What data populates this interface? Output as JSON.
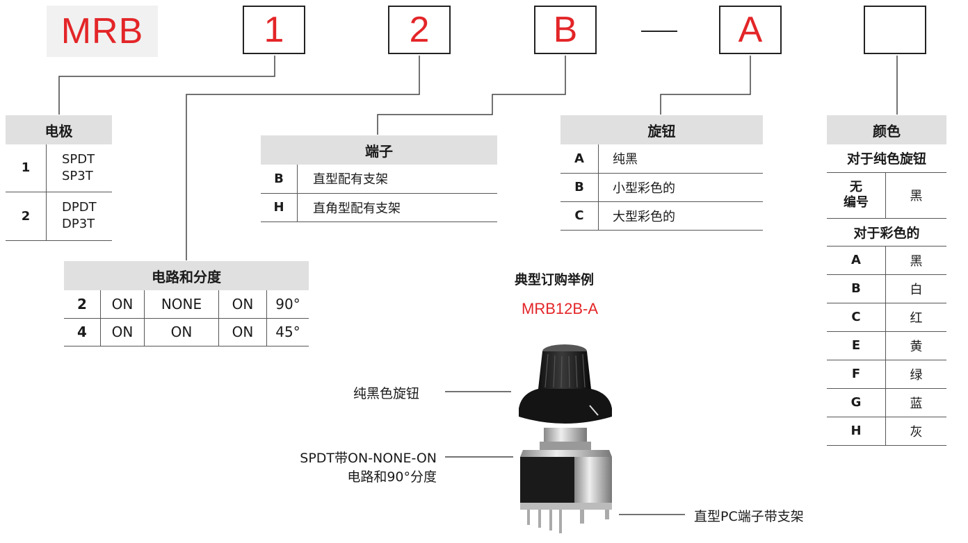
{
  "header": {
    "brand": "MRB",
    "positions": [
      "1",
      "2",
      "B",
      "A",
      ""
    ]
  },
  "electrode": {
    "title": "电极",
    "rows": [
      {
        "code": "1",
        "lines": [
          "SPDT",
          "SP3T"
        ]
      },
      {
        "code": "2",
        "lines": [
          "DPDT",
          "DP3T"
        ]
      }
    ]
  },
  "circuit": {
    "title": "电路和分度",
    "rows": [
      {
        "code": "2",
        "c1": "ON",
        "c2": "NONE",
        "c3": "ON",
        "deg": "90°"
      },
      {
        "code": "4",
        "c1": "ON",
        "c2": "ON",
        "c3": "ON",
        "deg": "45°"
      }
    ]
  },
  "terminal": {
    "title": "端子",
    "rows": [
      {
        "code": "B",
        "desc": "直型配有支架"
      },
      {
        "code": "H",
        "desc": "直角型配有支架"
      }
    ]
  },
  "knob": {
    "title": "旋钮",
    "rows": [
      {
        "code": "A",
        "desc": "纯黑"
      },
      {
        "code": "B",
        "desc": "小型彩色的"
      },
      {
        "code": "C",
        "desc": "大型彩色的"
      }
    ]
  },
  "color": {
    "title": "颜色",
    "solid_title": "对于纯色旋钮",
    "solid_row": {
      "code": "无\n编号",
      "desc": "黑"
    },
    "colored_title": "对于彩色的",
    "rows": [
      {
        "code": "A",
        "desc": "黑"
      },
      {
        "code": "B",
        "desc": "白"
      },
      {
        "code": "C",
        "desc": "红"
      },
      {
        "code": "E",
        "desc": "黄"
      },
      {
        "code": "F",
        "desc": "绿"
      },
      {
        "code": "G",
        "desc": "蓝"
      },
      {
        "code": "H",
        "desc": "灰"
      }
    ]
  },
  "example": {
    "title": "典型订购举例",
    "part": "MRB12B-A",
    "callout_knob": "纯黑色旋钮",
    "callout_circuit_1": "SPDT带ON-NONE-ON",
    "callout_circuit_2": "电路和90°分度",
    "callout_terminal": "直型PC端子带支架"
  },
  "colors": {
    "accent": "#e32528",
    "header_bg": "#e0e0e0"
  }
}
